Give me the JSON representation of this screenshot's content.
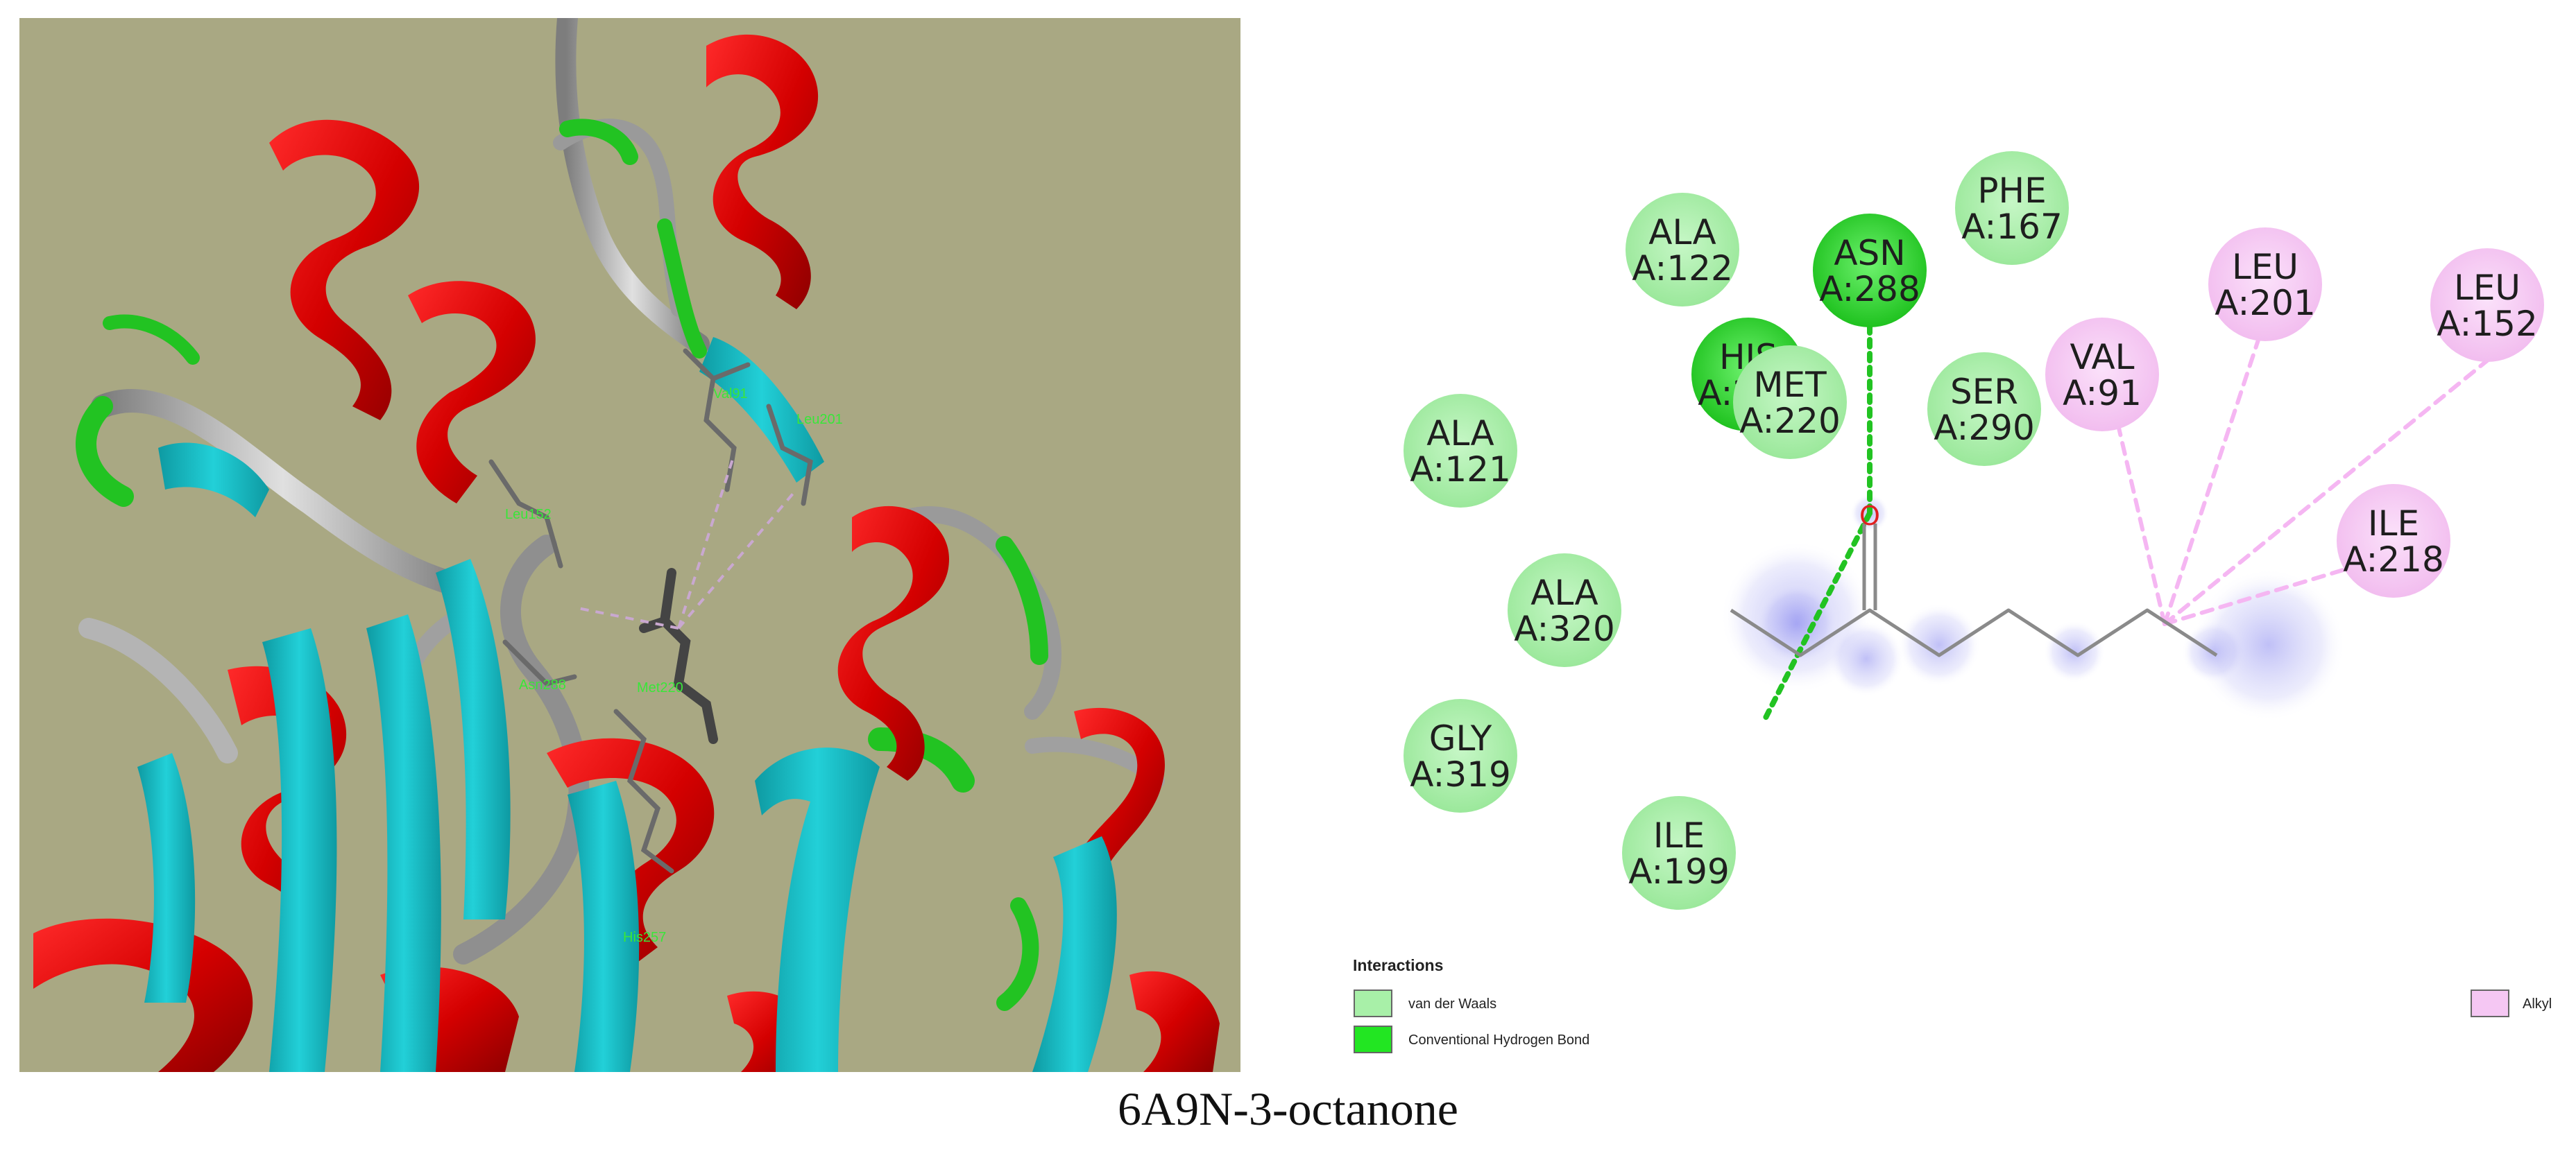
{
  "caption": "6A9N-3-octanone",
  "colors": {
    "helix": "#d40000",
    "strand": "#19c4cc",
    "coil": "#a8a8a8",
    "turn": "#22c322",
    "background3d": "#a9a883",
    "vdw": "#a8f0a8",
    "hbond": "#2ad62a",
    "alkyl": "#f5c7f3",
    "ligand_halo": "#8c8cf0"
  },
  "residue_labels_3d": [
    {
      "id": "leu152",
      "text": "Leu152"
    },
    {
      "id": "val91",
      "text": "Val91"
    },
    {
      "id": "leu201",
      "text": "Leu201"
    },
    {
      "id": "asn288",
      "text": "Asn288"
    },
    {
      "id": "met220",
      "text": "Met220"
    },
    {
      "id": "his257",
      "text": "His257"
    }
  ],
  "residues": [
    {
      "id": "ala122",
      "name": "ALA",
      "chain_pos": "A:122",
      "type": "vdw"
    },
    {
      "id": "asn288",
      "name": "ASN",
      "chain_pos": "A:288",
      "type": "hbond"
    },
    {
      "id": "phe167",
      "name": "PHE",
      "chain_pos": "A:167",
      "type": "vdw"
    },
    {
      "id": "leu201",
      "name": "LEU",
      "chain_pos": "A:201",
      "type": "alkyl"
    },
    {
      "id": "leu152",
      "name": "LEU",
      "chain_pos": "A:152",
      "type": "alkyl"
    },
    {
      "id": "his257",
      "name": "HIS",
      "chain_pos": "A:257",
      "type": "hbond"
    },
    {
      "id": "met220",
      "name": "MET",
      "chain_pos": "A:220",
      "type": "vdw"
    },
    {
      "id": "ser290",
      "name": "SER",
      "chain_pos": "A:290",
      "type": "vdw"
    },
    {
      "id": "val91",
      "name": "VAL",
      "chain_pos": "A:91",
      "type": "alkyl"
    },
    {
      "id": "ala121",
      "name": "ALA",
      "chain_pos": "A:121",
      "type": "vdw"
    },
    {
      "id": "ile218",
      "name": "ILE",
      "chain_pos": "A:218",
      "type": "alkyl"
    },
    {
      "id": "ala320",
      "name": "ALA",
      "chain_pos": "A:320",
      "type": "vdw"
    },
    {
      "id": "gly319",
      "name": "GLY",
      "chain_pos": "A:319",
      "type": "vdw"
    },
    {
      "id": "ile199",
      "name": "ILE",
      "chain_pos": "A:199",
      "type": "vdw"
    }
  ],
  "ligand": {
    "oxygen_label": "O"
  },
  "legend": {
    "title": "Interactions",
    "vdw": "van der Waals",
    "hbond": "Conventional Hydrogen Bond",
    "alkyl": "Alkyl"
  }
}
